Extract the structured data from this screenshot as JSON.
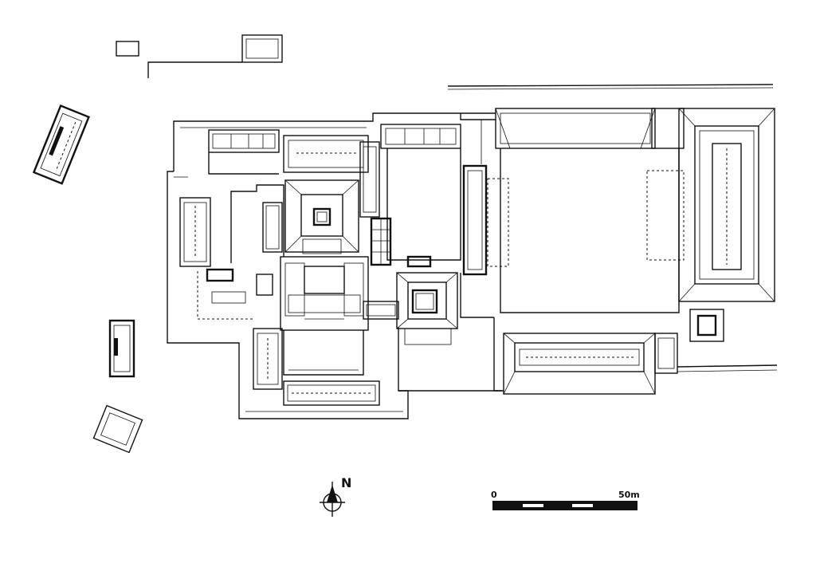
{
  "compass": {
    "north_label": "N"
  },
  "scale_bar": {
    "start_label": "0",
    "end_label": "50m"
  }
}
